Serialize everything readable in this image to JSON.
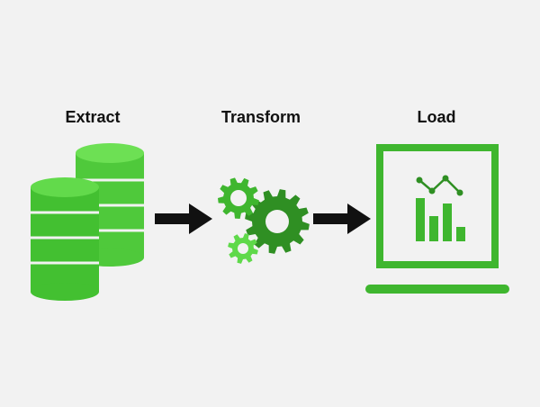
{
  "stages": [
    {
      "label": "Extract",
      "icon": "database-stack-icon"
    },
    {
      "label": "Transform",
      "icon": "gears-icon"
    },
    {
      "label": "Load",
      "icon": "laptop-chart-icon"
    }
  ],
  "colors": {
    "light_green": "#5fd94a",
    "mid_green": "#3fb62f",
    "dark_green": "#2f8f23",
    "arrow": "#111111",
    "background": "#f2f2f2"
  }
}
